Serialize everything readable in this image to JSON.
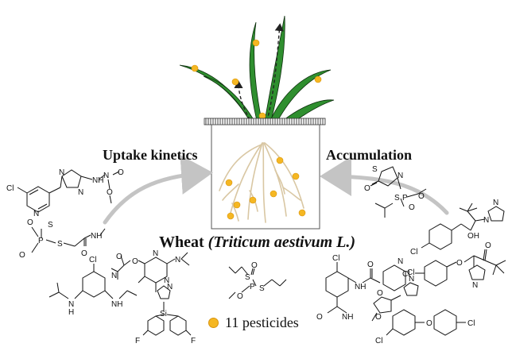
{
  "labels": {
    "uptake": "Uptake kinetics",
    "accumulation": "Accumulation",
    "wheat_prefix": "Wheat ",
    "wheat_species": "(Triticum aestivum L.)"
  },
  "legend": {
    "text": "11 pesticides"
  },
  "atoms": {
    "cl": "Cl",
    "n": "N",
    "o": "O",
    "s": "S",
    "p": "P",
    "f": "F",
    "h": "H",
    "si": "Si",
    "nh": "NH",
    "oh": "OH"
  },
  "colors": {
    "pesticide_dot": "#f5b722",
    "leaf": "#2e8b2e",
    "root": "#d9c7a3",
    "arrow": "#c4c4c4"
  }
}
